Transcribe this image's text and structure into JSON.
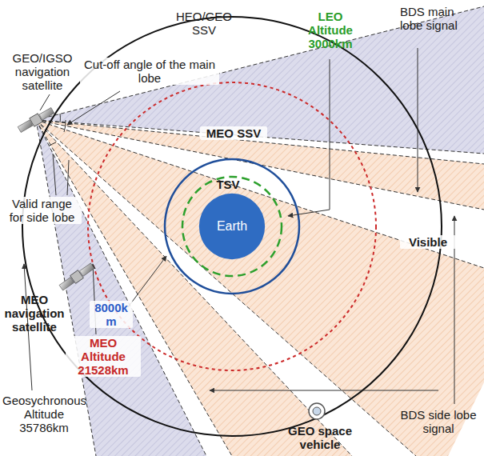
{
  "diagram": {
    "nodes": [
      {
        "text": [
          "Earth"
        ]
      }
    ],
    "labels": [
      "HEO/GEO SSV",
      "GEO/IGSO navigation satellite",
      "Cut-off angle of the main lobe",
      "LEO Altitude 3000km",
      "BDS main lobe signal",
      "MEO SSV",
      "TSV",
      "Visible",
      "Valid range for side lobe",
      "MEO navigation satellite",
      "8000km",
      "MEO Altitude 21528km",
      "Geosychronous Altitude 35786km",
      "GEO space vehicle",
      "BDS side lobe signal"
    ]
  }
}
